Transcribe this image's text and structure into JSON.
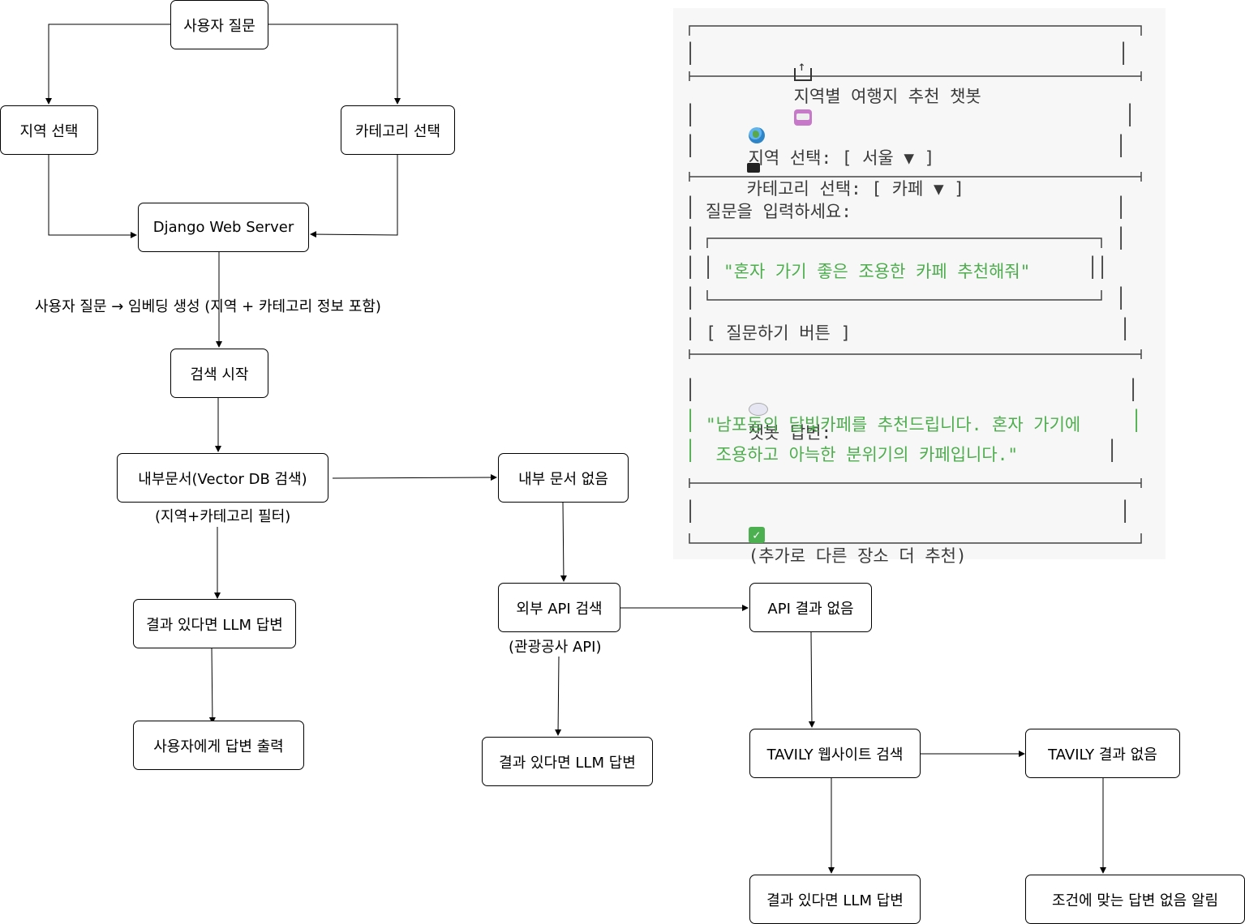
{
  "nodes": {
    "user_question": "사용자 질문",
    "region_select": "지역 선택",
    "category_select": "카테고리 선택",
    "django_server": "Django Web Server",
    "search_start": "검색 시작",
    "internal_search": "내부문서(Vector DB 검색)",
    "no_internal": "내부 문서 없음",
    "llm_answer_1": "결과 있다면 LLM 답변",
    "user_output": "사용자에게 답변 출력",
    "external_api": "외부 API 검색",
    "llm_answer_2": "결과 있다면 LLM 답변",
    "no_api": "API 결과 없음",
    "tavily_search": "TAVILY 웹사이트 검색",
    "no_tavily": "TAVILY 결과 없음",
    "llm_answer_3": "결과 있다면 LLM 답변",
    "no_result_notice": "조건에 맞는 답변 없음 알림"
  },
  "labels": {
    "embedding": "사용자 질문 → 임베딩 생성 (지역 + 카테고리 정보 포함)",
    "filter": "(지역+카테고리 필터)",
    "tourism_api": "(관광공사 API)"
  },
  "mockup": {
    "title": "지역별 여행지 추천 챗봇",
    "region_label": "지역 선택: [ 서울 ▼ ]",
    "category_label": "카테고리 선택: [ 카페 ▼ ]",
    "question_prompt": "질문을 입력하세요:",
    "question_text": "\"혼자 가기 좋은 조용한 카페 추천해줘\"",
    "ask_button": "[ 질문하기 버튼 ]",
    "answer_label": "챗봇 답변:",
    "answer_line1": "\"남포동의 달빛카페를 추천드립니다. 혼자 가기에",
    "answer_line2": " 조용하고 아늑한 분위기의 카페입니다.\"",
    "more_label": "(추가로 다른 장소 더 추천)"
  },
  "colors": {
    "answer_text": "#4eae4e",
    "mockup_bg": "#f7f7f7"
  }
}
